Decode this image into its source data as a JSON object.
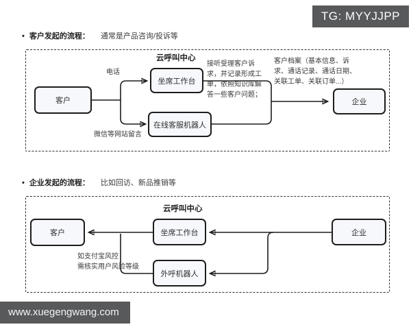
{
  "badge": {
    "text": "TG: MYYJJPP"
  },
  "footer": {
    "text": "www.xuegengwang.com"
  },
  "colors": {
    "badge_bg": "#58595b",
    "box_fill": "#f6f8fc",
    "box_border": "#1c1c1c",
    "line": "#1c1c1c"
  },
  "section1": {
    "bullet": "•",
    "title": "客户发起的流程：",
    "subtitle": "通常是产品咨询/投诉等",
    "diagram": {
      "title": "云呼叫中心",
      "nodes": {
        "customer": "客户",
        "agent": "坐席工作台",
        "robot": "在线客服机器人",
        "enterprise": "企业"
      },
      "labels": {
        "phone": "电话",
        "wechat": "微信等网站留言",
        "agent_note": "接听受理客户诉\n求，并记录形成工\n单，依照知识库解\n答一些客户问题；",
        "archive_note": "客户档案（基本信息、诉\n求、通话记录、通话日期、\n关联工单、关联订单...）"
      }
    }
  },
  "section2": {
    "bullet": "•",
    "title": "企业发起的流程：",
    "subtitle": "比如回访、新品推销等",
    "diagram": {
      "title": "云呼叫中心",
      "nodes": {
        "customer": "客户",
        "agent": "坐席工作台",
        "robot": "外呼机器人",
        "enterprise": "企业"
      },
      "labels": {
        "risk_note": "如支付宝风控\n需核实用户风险等级"
      }
    }
  }
}
